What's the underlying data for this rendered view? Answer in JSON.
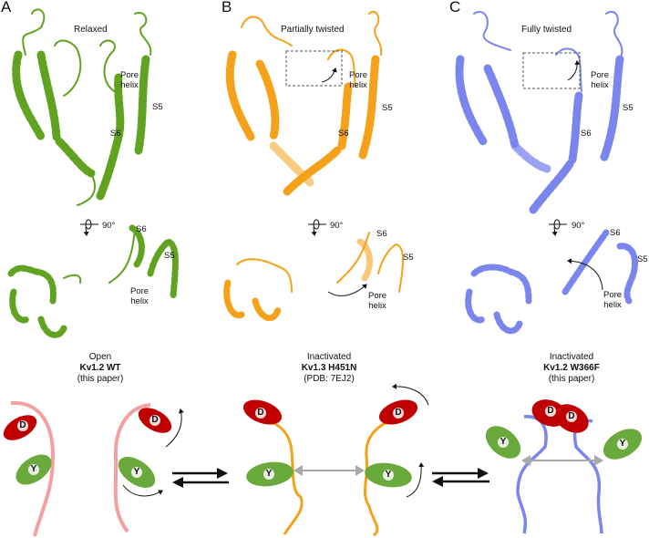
{
  "colors": {
    "green": "#5fa320",
    "orange": "#f5a21a",
    "blue": "#7a86ee",
    "pink_backbone": "#f4a0a0",
    "red_D": "#c00000",
    "green_Y": "#6aaa3c",
    "gray_arrow": "#a9a9a9",
    "black": "#111111"
  },
  "panels": [
    {
      "letter": "A",
      "title": "Relaxed",
      "labels": {
        "pore_helix_1": "Pore",
        "pore_helix_2": "helix",
        "s5": "S5",
        "s6": "S6"
      },
      "rotation": "90°",
      "top_labels": {
        "s6": "S6",
        "s5": "S5",
        "pore_1": "Pore",
        "pore_2": "helix"
      },
      "state": {
        "line1": "Open",
        "line2": "Kv1.2 WT",
        "line3": "(this paper)"
      }
    },
    {
      "letter": "B",
      "title": "Partially twisted",
      "labels": {
        "pore_helix_1": "Pore",
        "pore_helix_2": "helix",
        "s5": "S5",
        "s6": "S6"
      },
      "rotation": "90°",
      "top_labels": {
        "s6": "S6",
        "s5": "S5",
        "pore_1": "Pore",
        "pore_2": "helix"
      },
      "state": {
        "line1": "Inactivated",
        "line2": "Kv1.3 H451N",
        "line3": "(PDB: 7EJ2)"
      }
    },
    {
      "letter": "C",
      "title": "Fully twisted",
      "labels": {
        "pore_helix_1": "Pore",
        "pore_helix_2": "helix",
        "s5": "S5",
        "s6": "S6"
      },
      "rotation": "90°",
      "top_labels": {
        "s6": "S6",
        "s5": "S5",
        "pore_1": "Pore",
        "pore_2": "helix"
      },
      "state": {
        "line1": "Inactivated",
        "line2": "Kv1.2 W366F",
        "line3": "(this paper)"
      }
    }
  ],
  "schematic": {
    "residue_D": "D",
    "residue_Y": "Y"
  }
}
